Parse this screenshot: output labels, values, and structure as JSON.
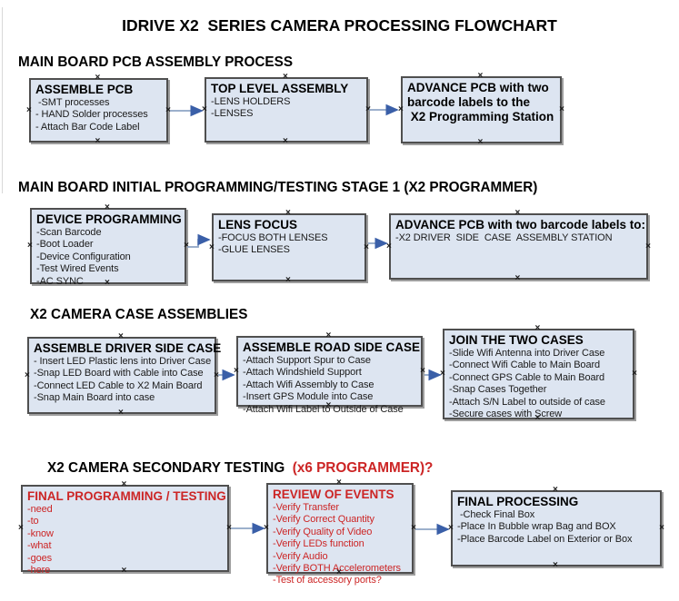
{
  "title": "IDRIVE X2  SERIES CAMERA PROCESSING FLOWCHART",
  "colors": {
    "box_fill": "#dde5f1",
    "box_border": "#4f4f4f",
    "box_shadow": "#9e9e9e",
    "arrow_line": "#8ea4c4",
    "arrow_head": "#3a5fa8",
    "red": "#cc2525"
  },
  "icons": {
    "connection_point_glyph": "×"
  },
  "sections": [
    {
      "header": "MAIN BOARD PCB ASSEMBLY PROCESS",
      "boxes": [
        {
          "title": "ASSEMBLE PCB",
          "items": [
            " -SMT processes",
            "- HAND Solder processes",
            "- Attach Bar Code Label"
          ]
        },
        {
          "title": "TOP LEVEL ASSEMBLY",
          "items": [
            "-LENS HOLDERS",
            "-LENSES"
          ]
        },
        {
          "title": "ADVANCE PCB with two\nbarcode labels to the\n X2 Programming Station",
          "items": []
        }
      ]
    },
    {
      "header": "MAIN BOARD INITIAL PROGRAMMING/TESTING STAGE 1 (X2 PROGRAMMER)",
      "boxes": [
        {
          "title": "DEVICE PROGRAMMING",
          "items": [
            "-Scan Barcode",
            "-Boot Loader",
            "-Device Configuration",
            "-Test Wired Events",
            "-AC SYNC"
          ]
        },
        {
          "title": "LENS FOCUS",
          "items": [
            "-FOCUS BOTH LENSES",
            "-GLUE LENSES"
          ]
        },
        {
          "title": "ADVANCE PCB with two barcode labels to:",
          "items": [
            "-X2 DRIVER  SIDE  CASE  ASSEMBLY STATION"
          ]
        }
      ]
    },
    {
      "header": "X2 CAMERA CASE ASSEMBLIES",
      "boxes": [
        {
          "title": "ASSEMBLE DRIVER SIDE CASE",
          "items": [
            "- Insert LED Plastic lens into Driver Case",
            "-Snap LED Board with Cable into Case",
            "-Connect LED Cable to X2 Main Board",
            "-Snap Main Board into case"
          ]
        },
        {
          "title": "ASSEMBLE ROAD SIDE CASE",
          "items": [
            "-Attach Support Spur to Case",
            "-Attach Windshield Support",
            "-Attach Wifi Assembly to Case",
            "-Insert GPS Module into Case",
            "-Attach Wifi Label to Outside of Case"
          ]
        },
        {
          "title": "JOIN THE TWO CASES",
          "items": [
            "-Slide Wifi Antenna into Driver Case",
            "-Connect Wifi Cable to Main Board",
            "-Connect GPS Cable to Main Board",
            "-Snap Cases Together",
            "-Attach S/N Label to outside of case",
            "-Secure cases with Screw"
          ]
        }
      ]
    },
    {
      "header": "X2 CAMERA SECONDARY TESTING",
      "header_red": "  (x6 PROGRAMMER)?",
      "boxes": [
        {
          "title": "FINAL PROGRAMMING / TESTING",
          "items": [
            "-need",
            "-to",
            "-know",
            "-what",
            "-goes",
            "-here"
          ]
        },
        {
          "title": "REVIEW OF EVENTS",
          "items": [
            "-Verify Transfer",
            "-Verify Correct Quantity",
            "-Verify Quality of Video",
            "-Verify LEDs function",
            "-Verify Audio",
            "-Verify BOTH Accelerometers",
            "-Test of accessory ports?"
          ]
        },
        {
          "title": "FINAL PROCESSING",
          "items": [
            " -Check Final Box",
            "-Place In Bubble wrap Bag and BOX",
            "-Place Barcode Label on Exterior or Box"
          ]
        }
      ]
    }
  ]
}
